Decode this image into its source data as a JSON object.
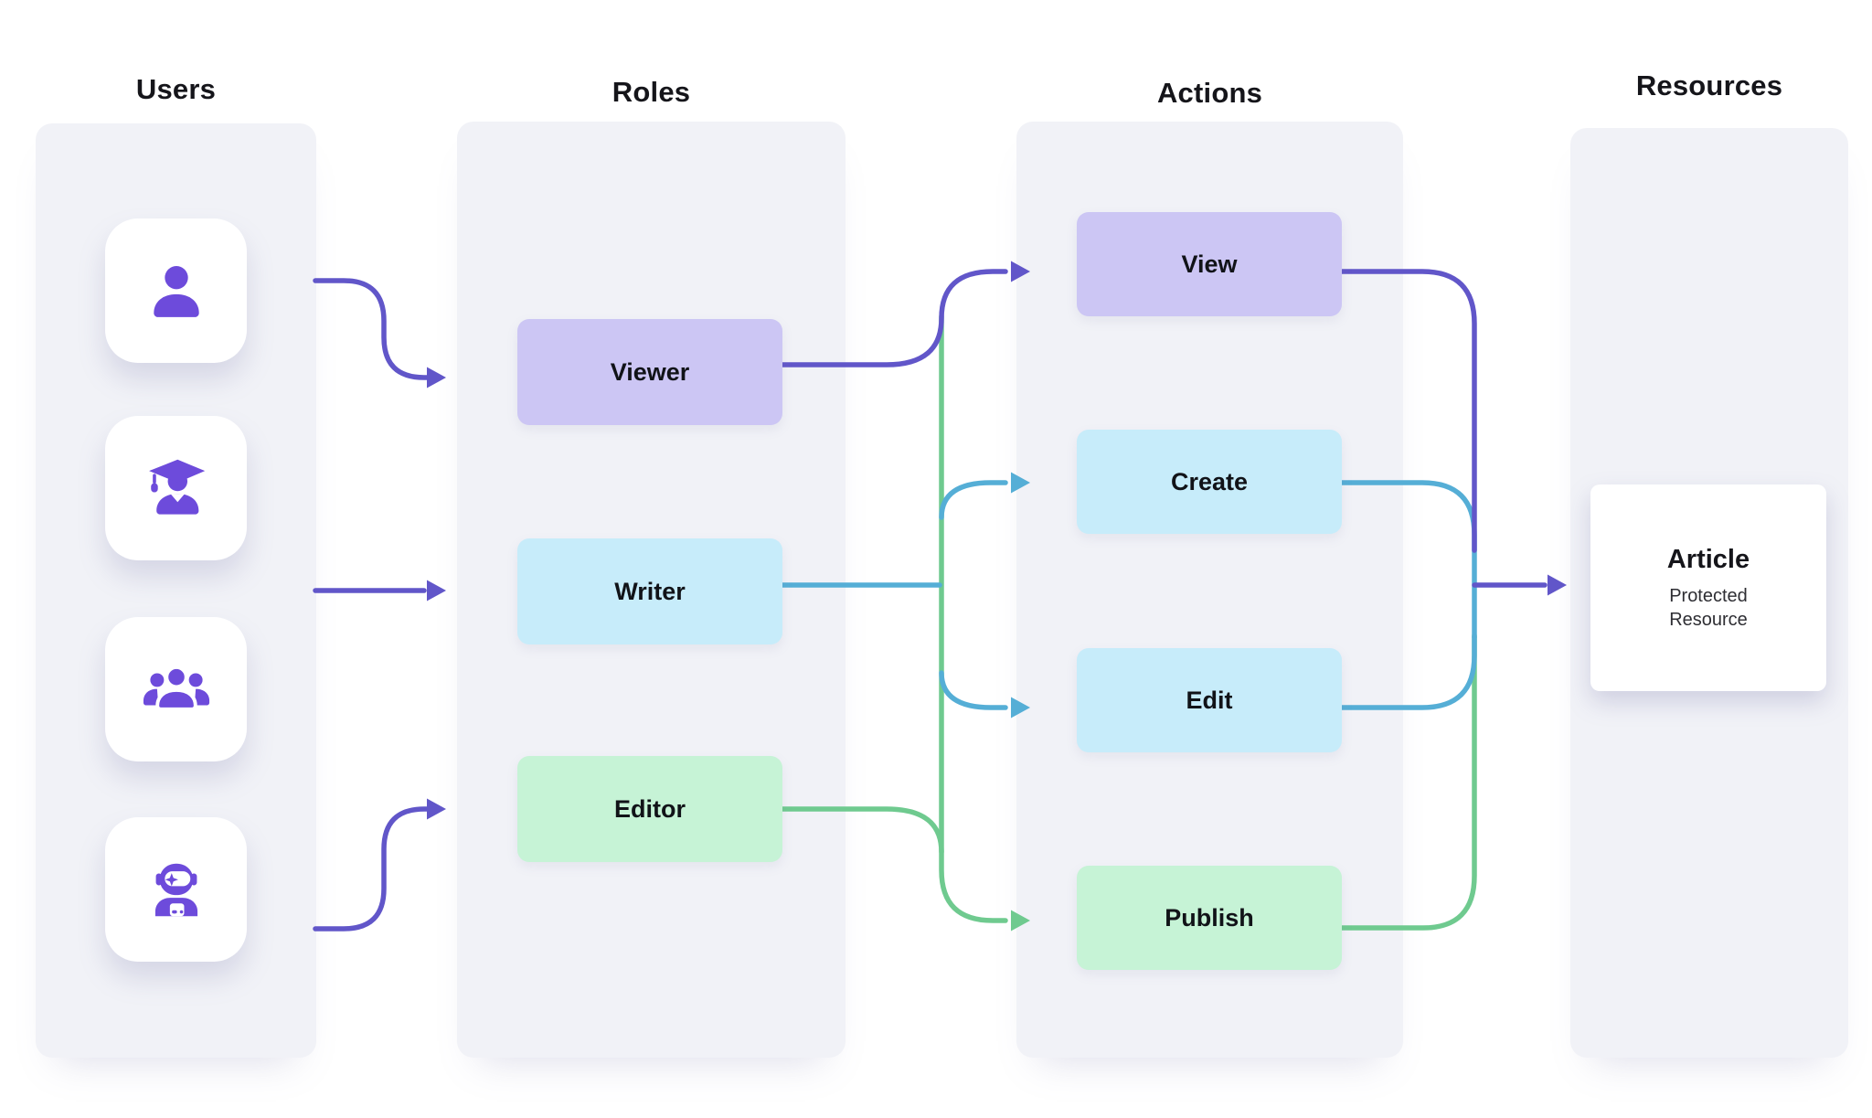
{
  "headers": {
    "users": "Users",
    "roles": "Roles",
    "actions": "Actions",
    "resources": "Resources"
  },
  "users": {
    "items": [
      {
        "icon": "person-icon"
      },
      {
        "icon": "graduate-icon"
      },
      {
        "icon": "team-icon"
      },
      {
        "icon": "bot-icon"
      }
    ]
  },
  "roles": {
    "items": [
      {
        "label": "Viewer",
        "color": "purple"
      },
      {
        "label": "Writer",
        "color": "cyan"
      },
      {
        "label": "Editor",
        "color": "green"
      }
    ]
  },
  "actions": {
    "items": [
      {
        "label": "View",
        "color": "purple"
      },
      {
        "label": "Create",
        "color": "cyan"
      },
      {
        "label": "Edit",
        "color": "cyan"
      },
      {
        "label": "Publish",
        "color": "green"
      }
    ]
  },
  "resource": {
    "title": "Article",
    "subtitle": "Protected Resource"
  },
  "edges": [
    {
      "to": "Viewer",
      "color": "purple"
    },
    {
      "to": "Writer",
      "color": "purple"
    },
    {
      "to": "Editor",
      "color": "purple"
    },
    {
      "from": "Viewer",
      "to": "View",
      "color": "purple"
    },
    {
      "from": "Writer",
      "to": "Create",
      "color": "teal"
    },
    {
      "from": "Writer",
      "to": "Edit",
      "color": "teal"
    },
    {
      "from": "Editor",
      "to": "Publish",
      "color": "green"
    },
    {
      "from": "View",
      "to": "Article",
      "color": "purple"
    },
    {
      "from": "Create",
      "to": "Article",
      "color": "teal"
    },
    {
      "from": "Edit",
      "to": "Article",
      "color": "teal"
    },
    {
      "from": "Publish",
      "to": "Article",
      "color": "green"
    }
  ],
  "colors": {
    "page_bg": "#ffffff",
    "panel_bg": "#f1f2f7",
    "node_purple": "#ccc6f4",
    "node_cyan": "#c7ecfa",
    "node_green": "#c6f3d6",
    "line_purple": "#6156c9",
    "line_teal": "#55aed6",
    "line_green": "#6fca8f",
    "icon_purple": "#6d4bdb",
    "text_dark": "#15151a",
    "text_sub": "#2e2e33",
    "card_bg": "#ffffff"
  }
}
